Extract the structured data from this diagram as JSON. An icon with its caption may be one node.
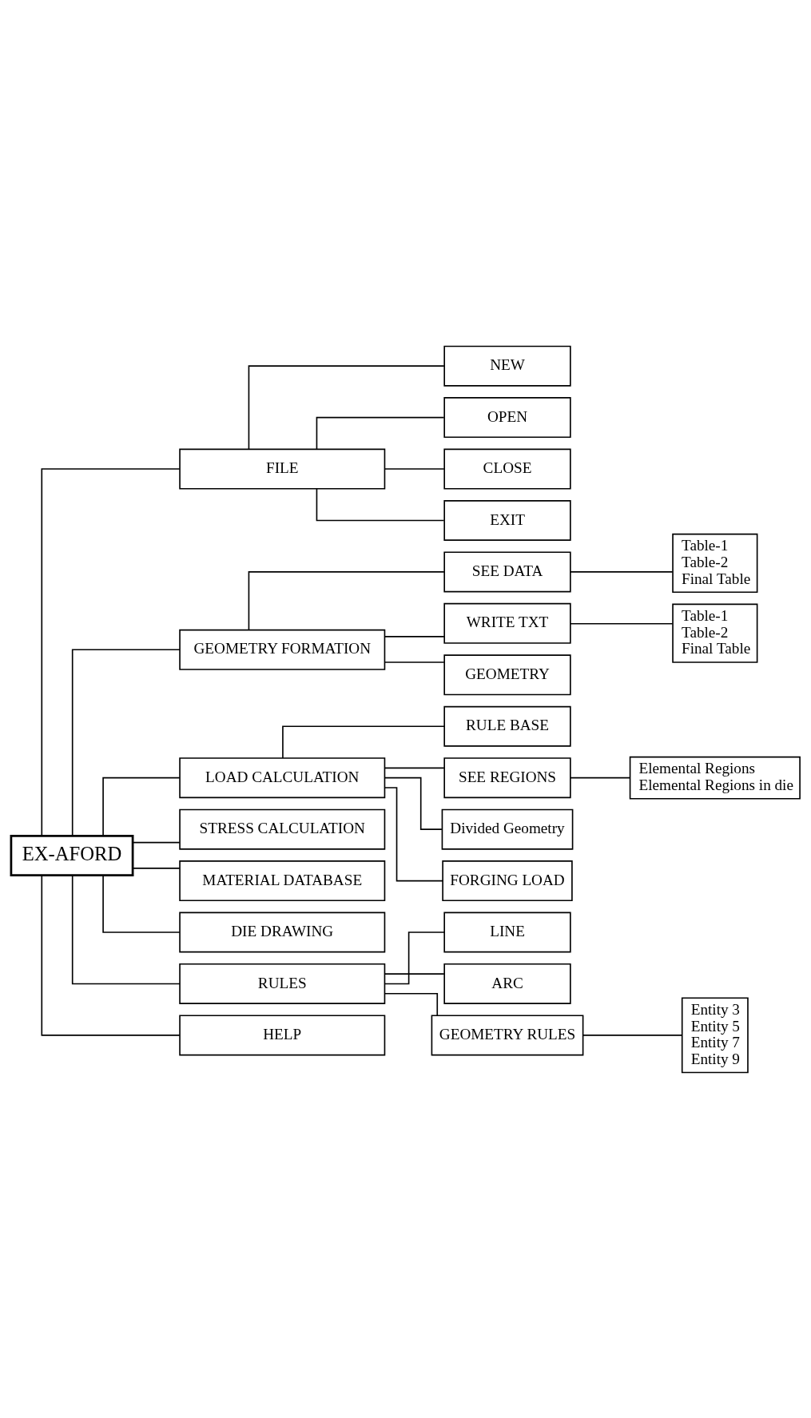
{
  "diagram": {
    "nodes": [
      {
        "text": [
          "EX-AFORD"
        ]
      },
      {
        "text": [
          "FILE"
        ]
      },
      {
        "text": [
          "NEW"
        ]
      },
      {
        "text": [
          "OPEN"
        ]
      },
      {
        "text": [
          "CLOSE"
        ]
      },
      {
        "text": [
          "EXIT"
        ]
      },
      {
        "text": [
          "GEOMETRY FORMATION"
        ]
      },
      {
        "text": [
          "SEE DATA"
        ]
      },
      {
        "text": [
          "Table-1",
          "Table-2",
          "Final Table"
        ]
      },
      {
        "text": [
          "WRITE TXT"
        ]
      },
      {
        "text": [
          "Table-1",
          "Table-2",
          "Final Table"
        ]
      },
      {
        "text": [
          "GEOMETRY"
        ]
      },
      {
        "text": [
          "LOAD CALCULATION"
        ]
      },
      {
        "text": [
          "RULE BASE"
        ]
      },
      {
        "text": [
          "SEE REGIONS"
        ]
      },
      {
        "text": [
          "Elemental Regions",
          "Elemental Regions in die"
        ]
      },
      {
        "text": [
          "Divided Geometry"
        ]
      },
      {
        "text": [
          "FORGING LOAD"
        ]
      },
      {
        "text": [
          "STRESS CALCULATION"
        ]
      },
      {
        "text": [
          "MATERIAL DATABASE"
        ]
      },
      {
        "text": [
          "DIE DRAWING"
        ]
      },
      {
        "text": [
          "RULES"
        ]
      },
      {
        "text": [
          "LINE"
        ]
      },
      {
        "text": [
          "ARC"
        ]
      },
      {
        "text": [
          "GEOMETRY RULES"
        ]
      },
      {
        "text": [
          "Entity 3",
          "Entity 5",
          "Entity 7",
          "Entity 9"
        ]
      },
      {
        "text": [
          "HELP"
        ]
      }
    ],
    "edges": [
      {
        "from": 0,
        "to": 1,
        "arrow": "none"
      },
      {
        "from": 1,
        "to": 2,
        "arrow": "none"
      },
      {
        "from": 1,
        "to": 3,
        "arrow": "none"
      },
      {
        "from": 1,
        "to": 4,
        "arrow": "none"
      },
      {
        "from": 1,
        "to": 5,
        "arrow": "none"
      },
      {
        "from": 0,
        "to": 6,
        "arrow": "none"
      },
      {
        "from": 6,
        "to": 7,
        "arrow": "none"
      },
      {
        "from": 7,
        "to": 8,
        "arrow": "none"
      },
      {
        "from": 6,
        "to": 9,
        "arrow": "none"
      },
      {
        "from": 9,
        "to": 10,
        "arrow": "none"
      },
      {
        "from": 6,
        "to": 11,
        "arrow": "none"
      },
      {
        "from": 0,
        "to": 12,
        "arrow": "none"
      },
      {
        "from": 12,
        "to": 13,
        "arrow": "none"
      },
      {
        "from": 12,
        "to": 14,
        "arrow": "none"
      },
      {
        "from": 14,
        "to": 15,
        "arrow": "none"
      },
      {
        "from": 12,
        "to": 16,
        "arrow": "none"
      },
      {
        "from": 12,
        "to": 17,
        "arrow": "none"
      },
      {
        "from": 0,
        "to": 18,
        "arrow": "none"
      },
      {
        "from": 0,
        "to": 19,
        "arrow": "none"
      },
      {
        "from": 0,
        "to": 20,
        "arrow": "none"
      },
      {
        "from": 0,
        "to": 21,
        "arrow": "none"
      },
      {
        "from": 21,
        "to": 22,
        "arrow": "none"
      },
      {
        "from": 21,
        "to": 23,
        "arrow": "none"
      },
      {
        "from": 21,
        "to": 24,
        "arrow": "none"
      },
      {
        "from": 24,
        "to": 25,
        "arrow": "none"
      },
      {
        "from": 0,
        "to": 26,
        "arrow": "none"
      }
    ]
  }
}
